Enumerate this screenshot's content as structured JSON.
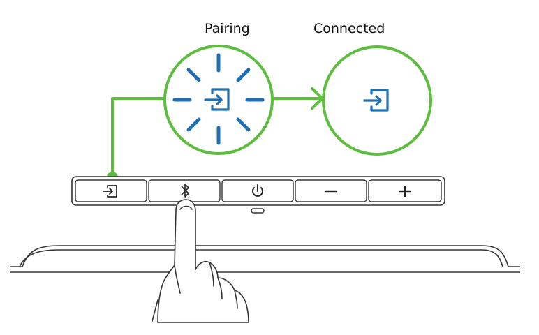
{
  "states": {
    "pairing_label": "Pairing",
    "connected_label": "Connected"
  },
  "colors": {
    "indicator_green": "#5cbd3f",
    "led_blue": "#1f6fb5",
    "outline": "#333333"
  },
  "control_bar": {
    "buttons": [
      {
        "id": "input",
        "glyph": "input-source-icon"
      },
      {
        "id": "bluetooth",
        "glyph": "bluetooth-icon"
      },
      {
        "id": "power",
        "glyph": "power-icon"
      },
      {
        "id": "volume-down",
        "glyph": "minus-icon"
      },
      {
        "id": "volume-up",
        "glyph": "plus-icon"
      }
    ]
  }
}
